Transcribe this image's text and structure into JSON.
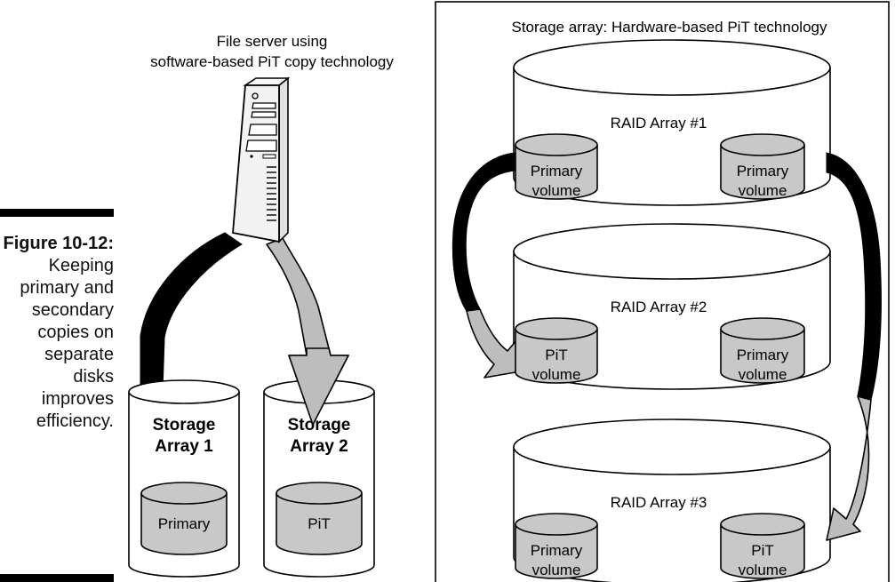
{
  "caption": {
    "label": "Figure 10-12:",
    "text": "Keeping primary and secondary copies on separate disks improves efficiency."
  },
  "left": {
    "server_title_line1": "File server using",
    "server_title_line2": "software-based PiT copy technology",
    "arrays": [
      {
        "name_line1": "Storage",
        "name_line2": "Array 1",
        "volume": "Primary"
      },
      {
        "name_line1": "Storage",
        "name_line2": "Array 2",
        "volume": "PiT"
      }
    ]
  },
  "right": {
    "title": "Storage array: Hardware-based PiT technology",
    "raid_arrays": [
      {
        "name": "RAID Array #1",
        "left_volume": {
          "line1": "Primary",
          "line2": "volume"
        },
        "right_volume": {
          "line1": "Primary",
          "line2": "volume"
        }
      },
      {
        "name": "RAID Array #2",
        "left_volume": {
          "line1": "PiT",
          "line2": "volume"
        },
        "right_volume": {
          "line1": "Primary",
          "line2": "volume"
        }
      },
      {
        "name": "RAID Array #3",
        "left_volume": {
          "line1": "Primary",
          "line2": "volume"
        },
        "right_volume": {
          "line1": "PiT",
          "line2": "volume"
        }
      }
    ]
  },
  "colors": {
    "line": "#000000",
    "volume_fill": "#c8c8c8",
    "arrow_fill": "#bdbdbd",
    "server_fill": "#f2f2f2"
  }
}
